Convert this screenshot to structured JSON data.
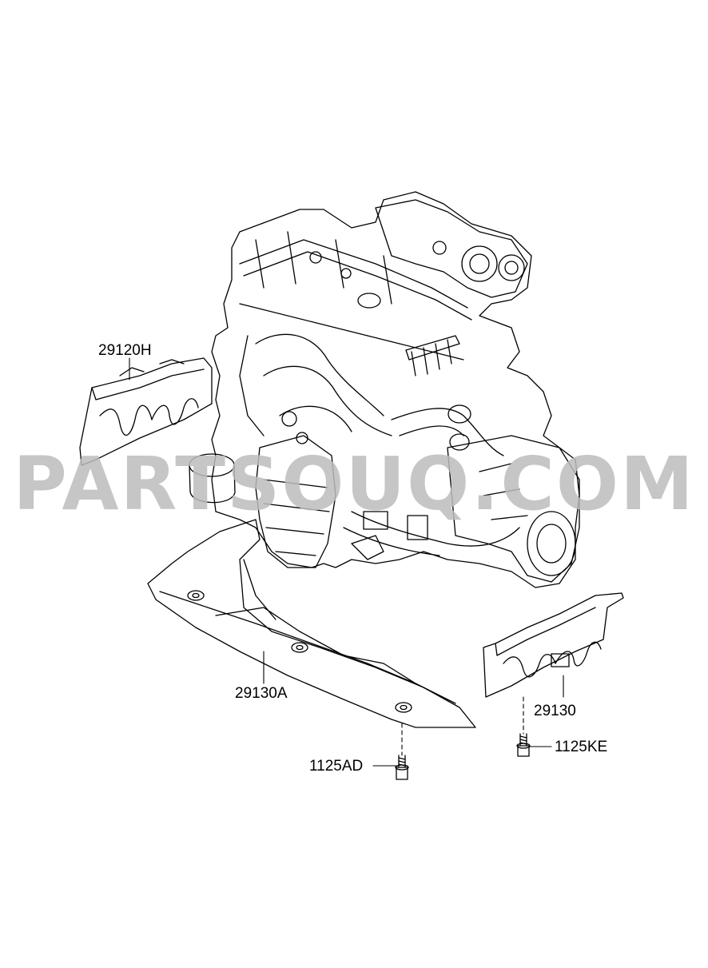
{
  "watermark": "PARTSOUQ.COM",
  "parts": [
    {
      "id": "heat-shield-left",
      "code": "29120H"
    },
    {
      "id": "under-cover",
      "code": "29130A"
    },
    {
      "id": "heat-shield-right",
      "code": "29130"
    },
    {
      "id": "bolt-right",
      "code": "1125KE"
    },
    {
      "id": "bolt-center",
      "code": "1125AD"
    }
  ]
}
